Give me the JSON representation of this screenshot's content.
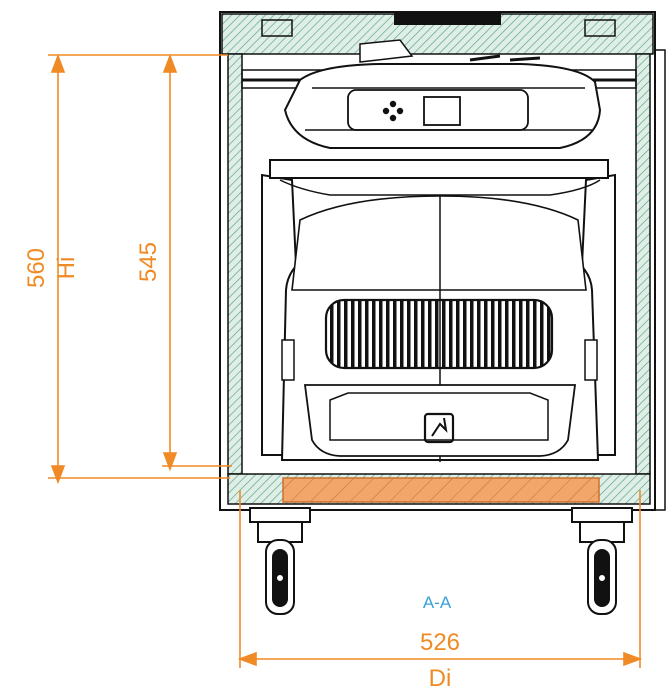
{
  "colors": {
    "dimension": "#f08a24",
    "section_label": "#3aa0d8",
    "wall_fill": "#5fa88a",
    "foam_fill": "#f2a66a",
    "line": "#111111"
  },
  "dimensions": {
    "outer_height": {
      "value": "560",
      "label": "Hi"
    },
    "inner_height": {
      "value": "545"
    },
    "inner_width": {
      "value": "526",
      "label": "Di"
    }
  },
  "section_label": "A-A"
}
